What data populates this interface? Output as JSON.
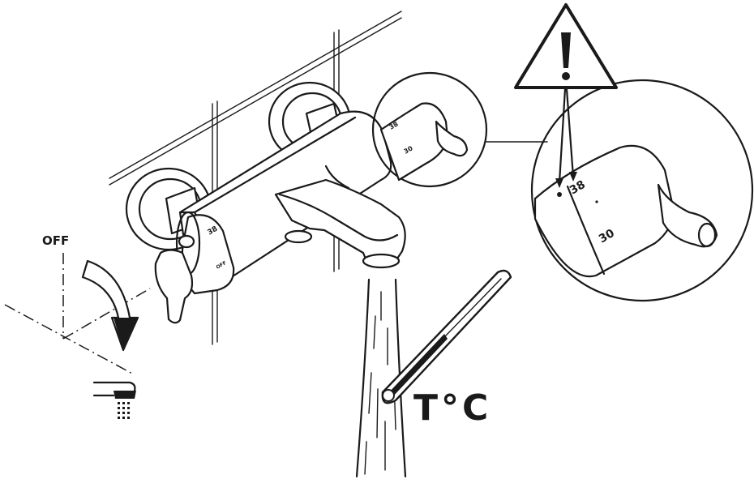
{
  "labels": {
    "off": "OFF",
    "temperature": "T°C",
    "dial_main_38": "38",
    "dial_main_30": "30",
    "dial_zoom_38": "38",
    "dial_zoom_30": "30"
  },
  "icons": {
    "warning": "warning-triangle-icon",
    "shower": "handshower-icon",
    "thermometer": "thermometer-icon"
  },
  "colors": {
    "line": "#1a1a1a",
    "background": "#ffffff"
  }
}
